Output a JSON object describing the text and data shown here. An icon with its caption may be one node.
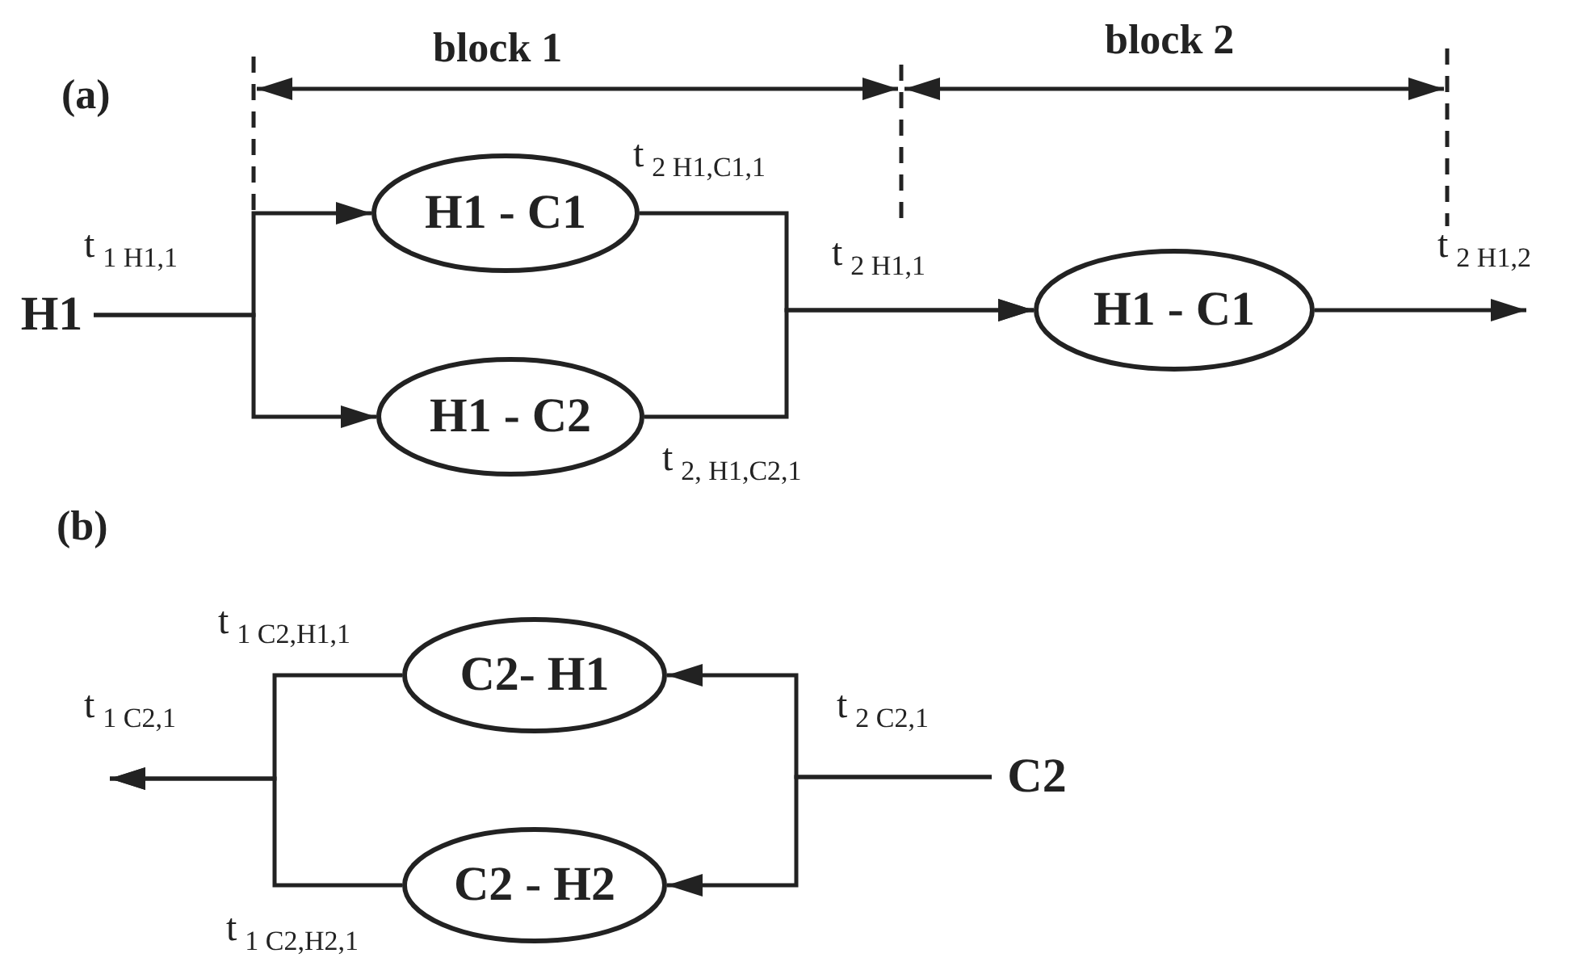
{
  "diagram": {
    "nodes": [
      {
        "text": [
          "H1"
        ]
      },
      {
        "text": [
          "H1 - C1"
        ]
      },
      {
        "text": [
          "H1 - C2"
        ]
      },
      {
        "text": [
          "H1 - C1"
        ]
      },
      {
        "text": [
          "C2- H1"
        ]
      },
      {
        "text": [
          "C2 - H2"
        ]
      },
      {
        "text": [
          "C2"
        ]
      }
    ],
    "edges": [
      {
        "from": 0,
        "to": 1,
        "arrow": "to"
      },
      {
        "from": 0,
        "to": 2,
        "arrow": "to"
      },
      {
        "from": 1,
        "to": 3,
        "arrow": "to"
      },
      {
        "from": 2,
        "to": 3,
        "arrow": "to"
      },
      {
        "from": 3,
        "to": null,
        "arrow": "to"
      },
      {
        "from": 6,
        "to": 4,
        "arrow": "to"
      },
      {
        "from": 6,
        "to": 5,
        "arrow": "to"
      },
      {
        "from": 4,
        "to": null,
        "arrow": "to"
      },
      {
        "from": 5,
        "to": null,
        "arrow": "to"
      }
    ],
    "labels": [
      "(a)",
      "block 1",
      "block 2",
      "t$_{1 H1,1}$",
      "t$_{2 H1,C1,1}$",
      "t$_{2 H1,1}$",
      "t$_{2, H1,C2,1}$",
      "t$_{2 H1,2}$",
      "(b)",
      "t$_{1 C2,H1,1}$",
      "t$_{1 C2,1}$",
      "t$_{2 C2,1}$",
      "t$_{1 C2,H2,1}$"
    ]
  }
}
